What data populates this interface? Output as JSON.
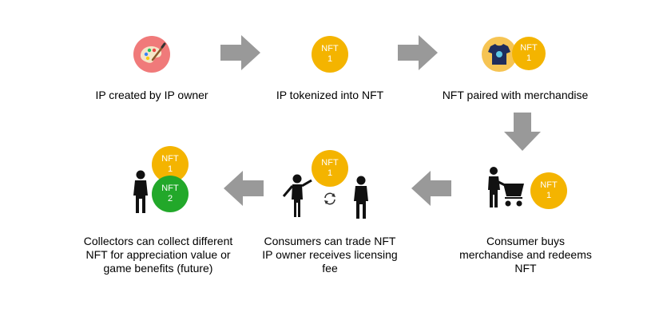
{
  "steps": [
    {
      "caption": "IP created by IP owner",
      "icon": "palette-icon"
    },
    {
      "caption": "IP tokenized into NFT",
      "coin": {
        "label": "NFT",
        "number": "1"
      }
    },
    {
      "caption": "NFT paired with merchandise",
      "icon": "tshirt-icon",
      "coin": {
        "label": "NFT",
        "number": "1"
      }
    },
    {
      "caption_lines": [
        "Consumer buys",
        "merchandise and redeems",
        "NFT"
      ],
      "icon": "shopping-cart-person-icon",
      "coin": {
        "label": "NFT",
        "number": "1"
      }
    },
    {
      "caption_lines": [
        "Consumers can trade NFT",
        "IP owner receives licensing",
        "fee"
      ],
      "icon": "people-trading-icon",
      "coin": {
        "label": "NFT",
        "number": "1"
      }
    },
    {
      "caption_lines": [
        "Collectors can collect different",
        "NFT for appreciation value or",
        "game benefits (future)"
      ],
      "icon": "person-icon",
      "coins": [
        {
          "label": "NFT",
          "number": "1"
        },
        {
          "label": "NFT",
          "number": "2"
        }
      ]
    }
  ],
  "colors": {
    "arrow": "#999999",
    "coin_gold": "#f4b400",
    "coin_green": "#22a82a",
    "palette_bg": "#f07a7a"
  }
}
